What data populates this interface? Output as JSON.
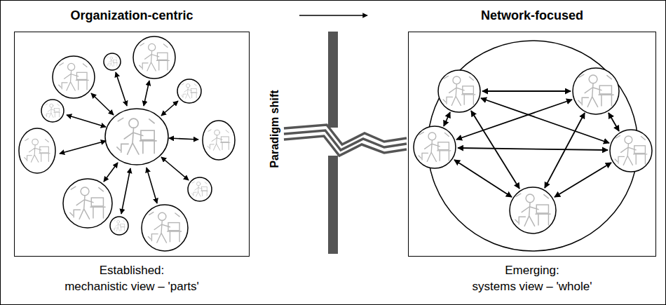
{
  "diagram": {
    "nodes": [
      {
        "text": [
          "Organization-centric",
          "Established: mechanistic view – 'parts'"
        ]
      },
      {
        "text": [
          "Network-focused",
          "Emerging: systems view – 'whole'"
        ]
      }
    ],
    "labels": [
      "Paradigm shift"
    ]
  }
}
